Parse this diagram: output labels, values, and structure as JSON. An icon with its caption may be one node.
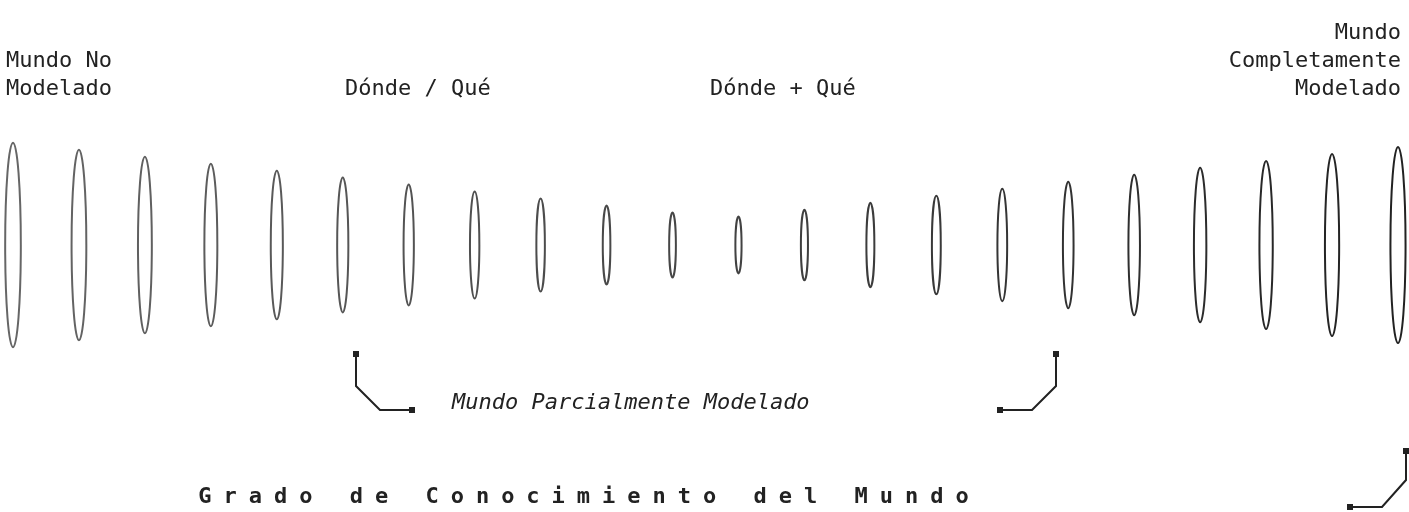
{
  "diagram": {
    "caption": "Grado de Conocimiento del Mundo",
    "labels": [
      "Mundo No Modelado",
      "Dónde / Qué",
      "Dónde + Qué",
      "Mundo Completamente Modelado",
      "Mundo Parcialmente Modelado"
    ]
  }
}
